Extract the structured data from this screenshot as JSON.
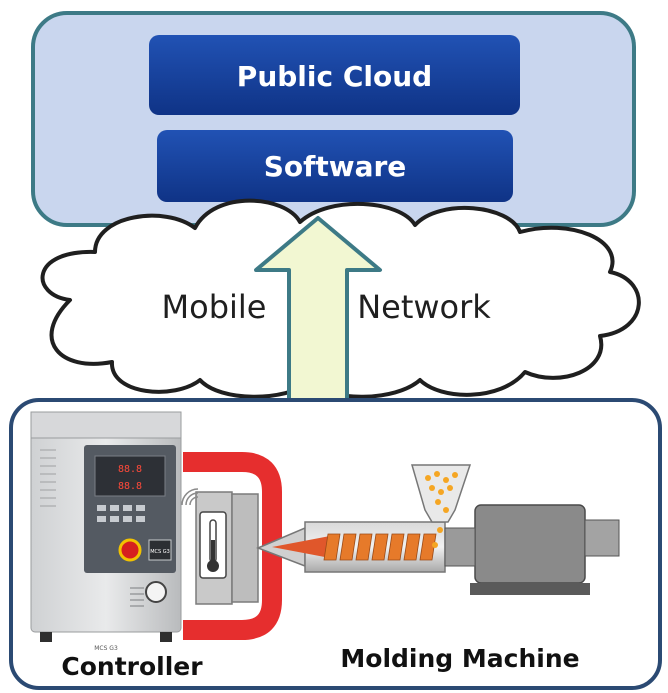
{
  "cloud_panel": {
    "top_box_label": "Public Cloud",
    "bottom_box_label": "Software"
  },
  "network": {
    "left_label": "Mobile",
    "right_label": "Network"
  },
  "site": {
    "controller_label": "Controller",
    "machine_label": "Molding Machine",
    "controller_model": "MCS G3"
  },
  "colors": {
    "panel_fill": "#c9d6ee",
    "panel_border": "#3d7a86",
    "box_fill": "#17409b",
    "box_text": "#ffffff",
    "arrow_fill": "#f2f7d2",
    "arrow_border": "#3d7a86",
    "site_border": "#2b4a73",
    "mold_red": "#e62e2e"
  }
}
